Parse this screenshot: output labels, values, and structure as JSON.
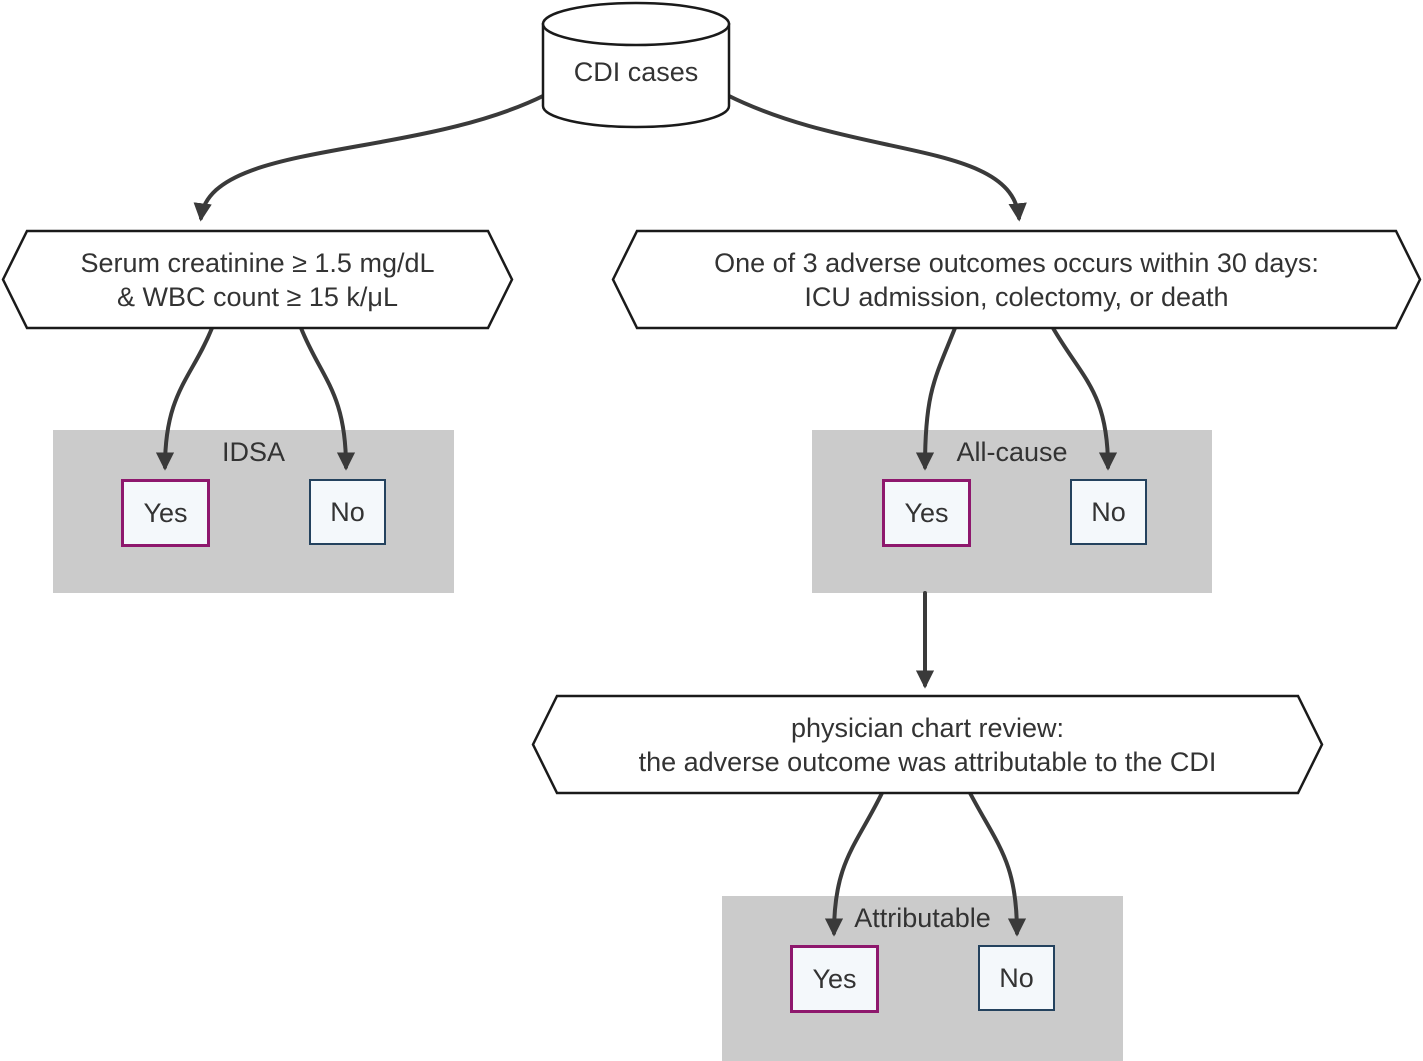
{
  "diagram": {
    "root": {
      "label": "CDI cases",
      "shape": "database-cylinder"
    },
    "colors": {
      "yes_border": "#8e186d",
      "no_border": "#24425e",
      "choice_fill": "#f4f8fb",
      "panel_gray": "#cbcbcb",
      "arrow": "#3a3a3a",
      "outline": "#1a1a1a",
      "text": "#333333"
    },
    "branches": {
      "idsa": {
        "condition_line1": "Serum creatinine ≥ 1.5 mg/dL",
        "condition_line2": "& WBC count ≥ 15 k/μL",
        "group_label": "IDSA",
        "yes_label": "Yes",
        "no_label": "No"
      },
      "all_cause": {
        "condition_line1": "One of 3 adverse outcomes occurs within 30 days:",
        "condition_line2": "ICU admission, colectomy, or death",
        "group_label": "All-cause",
        "yes_label": "Yes",
        "no_label": "No"
      },
      "attributable": {
        "condition_line1": "physician chart review:",
        "condition_line2": "the adverse outcome was attributable to the CDI",
        "group_label": "Attributable",
        "yes_label": "Yes",
        "no_label": "No"
      }
    }
  }
}
